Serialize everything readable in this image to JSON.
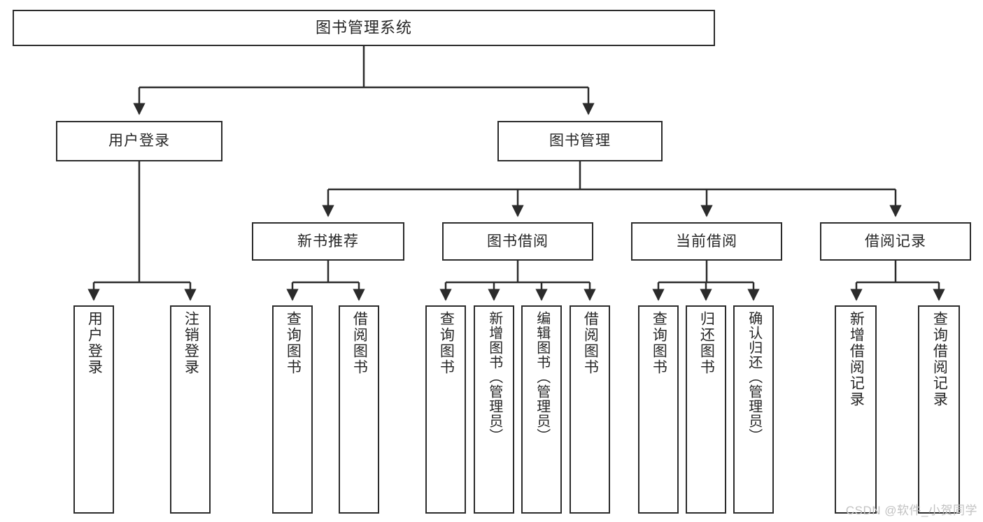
{
  "diagram": {
    "title": "图书管理系统",
    "type": "hierarchy-tree",
    "root": {
      "label": "图书管理系统"
    },
    "tier1": [
      {
        "label": "用户登录"
      },
      {
        "label": "图书管理"
      }
    ],
    "tier2": [
      {
        "label": "新书推荐"
      },
      {
        "label": "图书借阅"
      },
      {
        "label": "当前借阅"
      },
      {
        "label": "借阅记录"
      }
    ],
    "leaves": {
      "user_login": [
        {
          "label": "用户登录"
        },
        {
          "label": "注销登录"
        }
      ],
      "new_book_recommend": [
        {
          "label": "查询图书"
        },
        {
          "label": "借阅图书"
        }
      ],
      "book_borrow": [
        {
          "label": "查询图书"
        },
        {
          "label": "新增图书（管理员）"
        },
        {
          "label": "编辑图书（管理员）"
        },
        {
          "label": "借阅图书"
        }
      ],
      "current_borrow": [
        {
          "label": "查询图书"
        },
        {
          "label": "归还图书"
        },
        {
          "label": "确认归还（管理员）"
        }
      ],
      "borrow_record": [
        {
          "label": "新增借阅记录"
        },
        {
          "label": "查询借阅记录"
        }
      ]
    }
  },
  "watermark": {
    "text": "CSDN @软件_小贺同学"
  },
  "colors": {
    "stroke": "#2b2b2b",
    "text": "#262626",
    "background": "#ffffff",
    "watermark": "#c2c2c2"
  }
}
